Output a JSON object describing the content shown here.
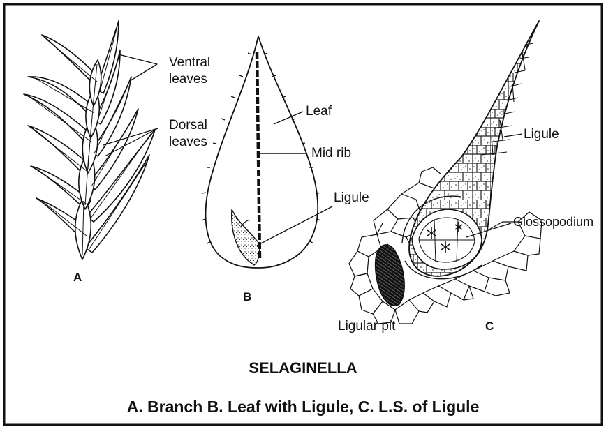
{
  "labels": {
    "ventral": "Ventral\nleaves",
    "dorsal": "Dorsal\nleaves",
    "leaf": "Leaf",
    "midrib": "Mid rib",
    "ligule_b": "Ligule",
    "ligule_c": "Ligule",
    "glossopodium": "Glossopodium",
    "ligular_pit": "Ligular pit"
  },
  "panels": {
    "a": "A",
    "b": "B",
    "c": "C"
  },
  "title": "SELAGINELLA",
  "caption": "A.  Branch B.  Leaf  with Ligule, C.  L.S. of Ligule"
}
